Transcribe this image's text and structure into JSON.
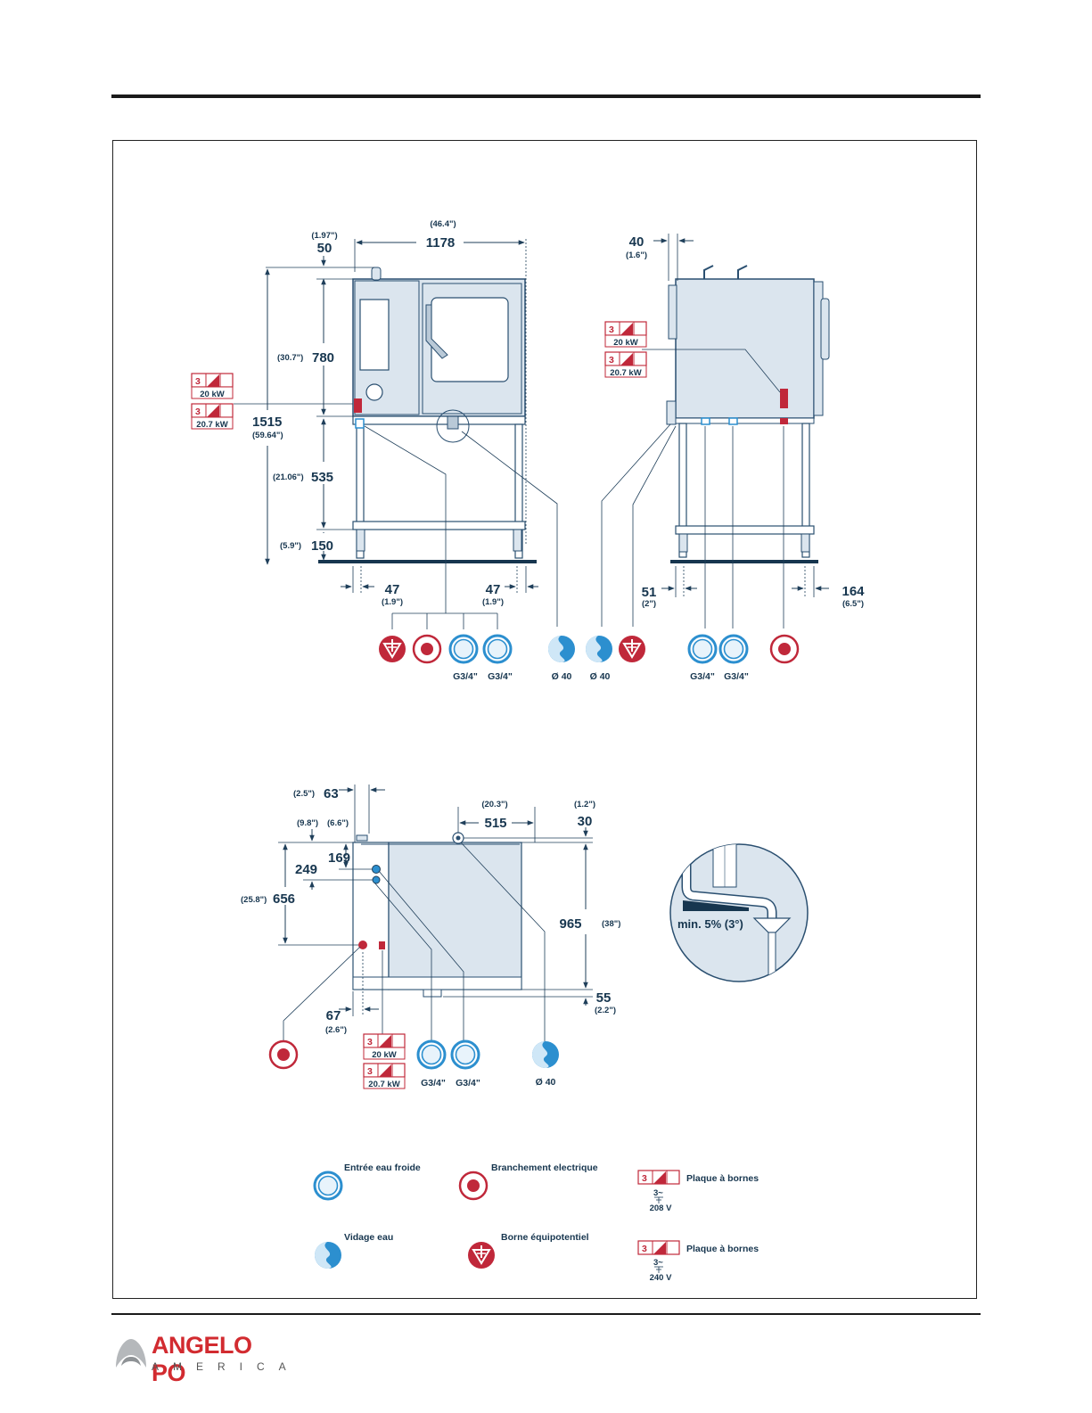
{
  "front": {
    "dim_50": "50",
    "dim_50_in": "(1.97\")",
    "dim_1178": "1178",
    "dim_1178_in": "(46.4\")",
    "dim_780": "780",
    "dim_780_in": "(30.7\")",
    "dim_1515": "1515",
    "dim_1515_in": "(59.64\")",
    "dim_535": "535",
    "dim_535_in": "(21.06\")",
    "dim_150": "150",
    "dim_150_in": "(5.9\")",
    "dim_47a": "47",
    "dim_47a_in": "(1.9\")",
    "dim_47b": "47",
    "dim_47b_in": "(1.9\")",
    "kw_1": "20 kW",
    "kw_2": "20.7 kW",
    "phase": "3"
  },
  "side": {
    "dim_40": "40",
    "dim_40_in": "(1.6\")",
    "dim_51": "51",
    "dim_51_in": "(2\")",
    "dim_164": "164",
    "dim_164_in": "(6.5\")",
    "kw_1": "20 kW",
    "kw_2": "20.7 kW",
    "phase": "3"
  },
  "connections_row": {
    "g1": "G3/4\"",
    "g2": "G3/4\"",
    "d1": "Ø 40",
    "d2": "Ø 40",
    "g3": "G3/4\"",
    "g4": "G3/4\""
  },
  "top": {
    "dim_63": "63",
    "dim_63_in": "(2.5\")",
    "dim_515": "515",
    "dim_515_in": "(20.3\")",
    "dim_30": "30",
    "dim_30_in": "(1.2\")",
    "dim_169": "169",
    "dim_169_in": "(6.6\")",
    "dim_249": "249",
    "dim_249_in": "(9.8\")",
    "dim_656": "656",
    "dim_656_in": "(25.8\")",
    "dim_965": "965",
    "dim_965_in": "(38\")",
    "dim_55": "55",
    "dim_55_in": "(2.2\")",
    "dim_67": "67",
    "dim_67_in": "(2.6\")",
    "kw_1": "20 kW",
    "kw_2": "20.7 kW",
    "phase": "3",
    "g1": "G3/4\"",
    "g2": "G3/4\"",
    "d1": "Ø 40"
  },
  "drain_detail": {
    "slope": "min. 5% (3°)"
  },
  "legend": {
    "cold_water": "Entrée eau froide",
    "electrical": "Branchement electrique",
    "terminal_1": "Plaque à bornes",
    "terminal_1_spec_a": "3~",
    "terminal_1_spec_b": "208 V",
    "water_drain": "Vidage eau",
    "equipotential": "Borne équipotentiel",
    "terminal_2": "Plaque à bornes",
    "terminal_2_spec_a": "3~",
    "terminal_2_spec_b": "240 V",
    "phase": "3"
  },
  "logo": {
    "name": "ANGELO PO",
    "sub": "AMERICA"
  },
  "colors": {
    "steel": "#dbe5ee",
    "outline": "#2a4f70",
    "blue": "#2c8fcf",
    "red": "#c0283a"
  }
}
